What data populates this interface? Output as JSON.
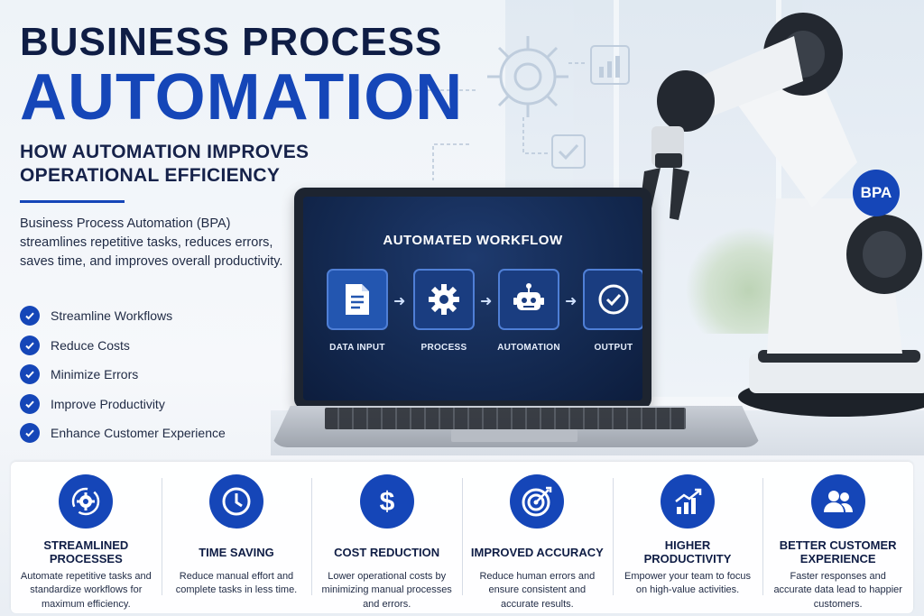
{
  "header": {
    "title_line1": "BUSINESS PROCESS",
    "title_line2": "AUTOMATION",
    "subtitle": "HOW AUTOMATION IMPROVES OPERATIONAL EFFICIENCY"
  },
  "intro": "Business Process Automation (BPA) streamlines repetitive tasks, reduces errors, saves time, and improves overall productivity.",
  "checklist": [
    "Streamline Workflows",
    "Reduce Costs",
    "Minimize Errors",
    "Improve Productivity",
    "Enhance Customer Experience"
  ],
  "laptop": {
    "screen_title": "AUTOMATED WORKFLOW",
    "steps": [
      {
        "label": "DATA INPUT",
        "icon": "document-icon"
      },
      {
        "label": "PROCESS",
        "icon": "gear-icon"
      },
      {
        "label": "AUTOMATION",
        "icon": "robot-icon"
      },
      {
        "label": "OUTPUT",
        "icon": "check-circle-icon"
      }
    ]
  },
  "robot": {
    "badge": "BPA"
  },
  "features": [
    {
      "title": "STREAMLINED PROCESSES",
      "desc": "Automate repetitive tasks and standardize workflows for maximum efficiency.",
      "icon": "cycle-gear-icon"
    },
    {
      "title": "TIME SAVING",
      "desc": "Reduce manual effort and complete tasks in less time.",
      "icon": "clock-icon"
    },
    {
      "title": "COST REDUCTION",
      "desc": "Lower operational costs by minimizing manual processes and errors.",
      "icon": "dollar-icon"
    },
    {
      "title": "IMPROVED ACCURACY",
      "desc": "Reduce human errors and ensure consistent and accurate results.",
      "icon": "target-icon"
    },
    {
      "title": "HIGHER PRODUCTIVITY",
      "desc": "Empower your team to focus on high-value activities.",
      "icon": "growth-chart-icon"
    },
    {
      "title": "BETTER CUSTOMER EXPERIENCE",
      "desc": "Faster responses and accurate data lead to happier customers.",
      "icon": "users-icon"
    }
  ],
  "colors": {
    "brand_blue": "#1546b8",
    "navy": "#0f1d45"
  }
}
